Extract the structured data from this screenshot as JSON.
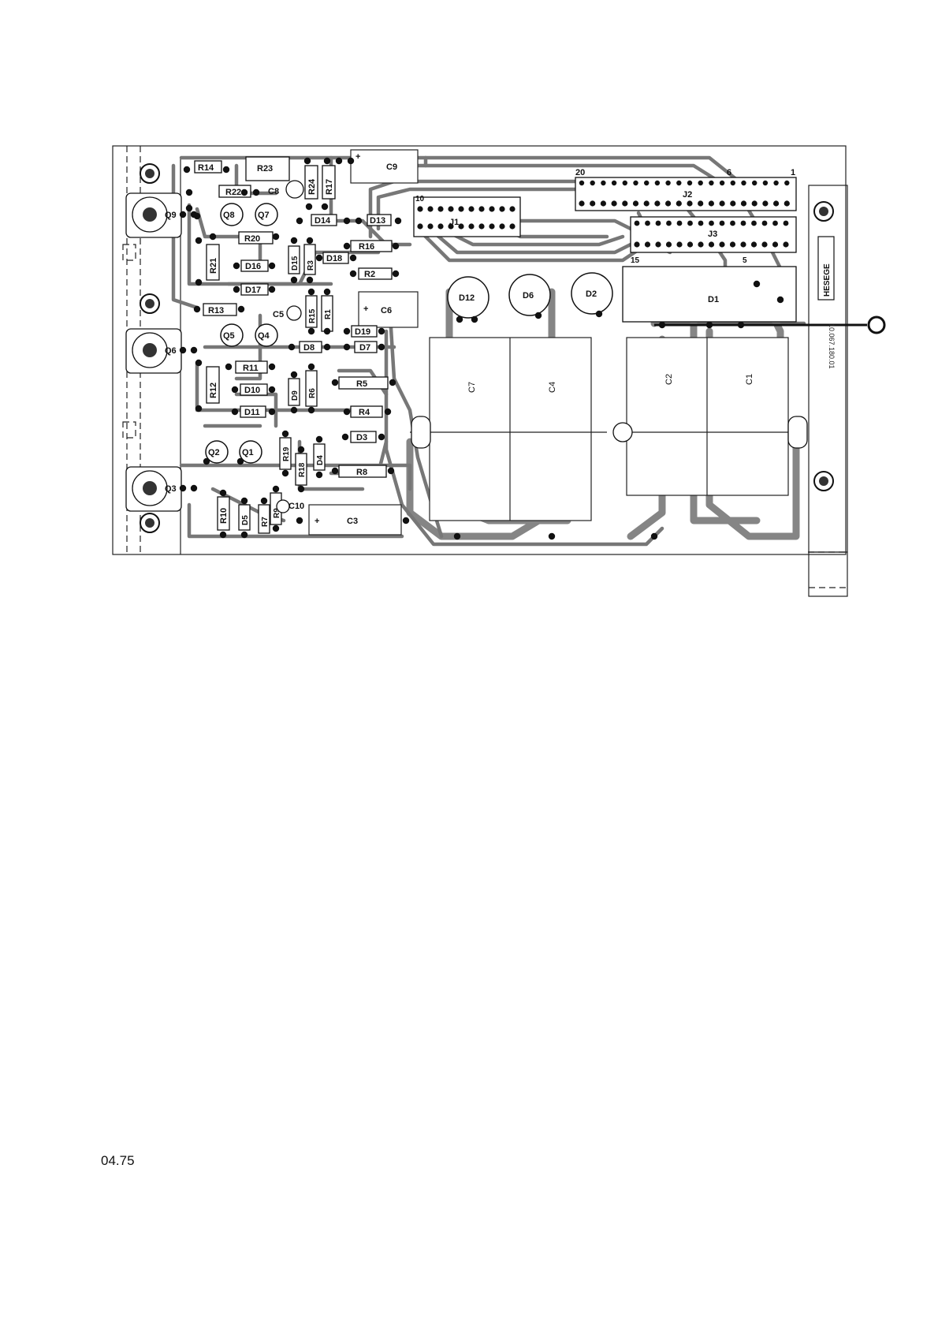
{
  "page_number": "04.75",
  "board": {
    "components": {
      "transistors": [
        "Q9",
        "Q8",
        "Q7",
        "Q6",
        "Q5",
        "Q4",
        "Q3",
        "Q2",
        "Q1"
      ],
      "resistors": [
        "R14",
        "R23",
        "R22",
        "R12",
        "R24",
        "R20",
        "R21",
        "R13",
        "R11",
        "R16",
        "R15",
        "R19",
        "R18",
        "R8",
        "R10",
        "R7",
        "R9",
        "R3",
        "R2",
        "R1",
        "R6",
        "R5",
        "R4",
        "R17"
      ],
      "diodes": [
        "D14",
        "D13",
        "D16",
        "D17",
        "D15",
        "D18",
        "D19",
        "D7",
        "D8",
        "D9",
        "D10",
        "D11",
        "D3",
        "D4",
        "D5",
        "D12",
        "D6",
        "D2",
        "D1"
      ],
      "capacitors": [
        "C9",
        "C8",
        "C6",
        "C5",
        "C7",
        "C4",
        "C2",
        "C1",
        "C3",
        "C10"
      ],
      "connectors": [
        "J1",
        "J2",
        "J3"
      ]
    },
    "connector_pins": {
      "j2_first": "20",
      "j2_mid": "6",
      "j2_last": "1",
      "j1_first": "10",
      "j3_first": "15",
      "j3_mid": "5"
    },
    "side_label": "HESEGE",
    "part_number": "10.067.180.01",
    "plus_sign": "+"
  },
  "colors": {
    "ink": "#111111",
    "trace": "#777777",
    "paper": "#ffffff"
  }
}
